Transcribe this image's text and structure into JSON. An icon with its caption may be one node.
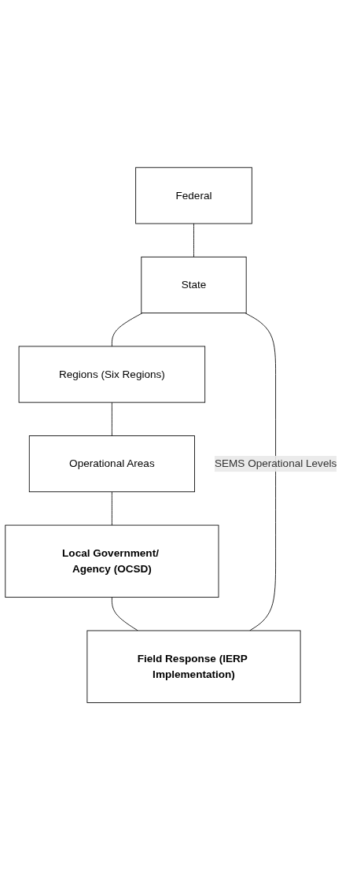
{
  "diagram": {
    "nodes": [
      {
        "text": [
          "Federal"
        ]
      },
      {
        "text": [
          "State"
        ]
      },
      {
        "text": [
          "Regions (Six Regions)"
        ]
      },
      {
        "text": [
          "Operational Areas"
        ]
      },
      {
        "text": [
          "Local Government/ Agency (OCSD)"
        ]
      },
      {
        "text": [
          "Field Response (IERP Implementation)"
        ]
      }
    ],
    "edges": [
      {
        "from": 0,
        "to": 1,
        "arrow": "none"
      },
      {
        "from": 1,
        "to": 2,
        "arrow": "none"
      },
      {
        "from": 2,
        "to": 3,
        "arrow": "none"
      },
      {
        "from": 3,
        "to": 4,
        "arrow": "none"
      },
      {
        "from": 4,
        "to": 5,
        "arrow": "none"
      },
      {
        "from": 1,
        "to": 5,
        "arrow": "none",
        "label": "SEMS Operational Levels"
      }
    ]
  }
}
